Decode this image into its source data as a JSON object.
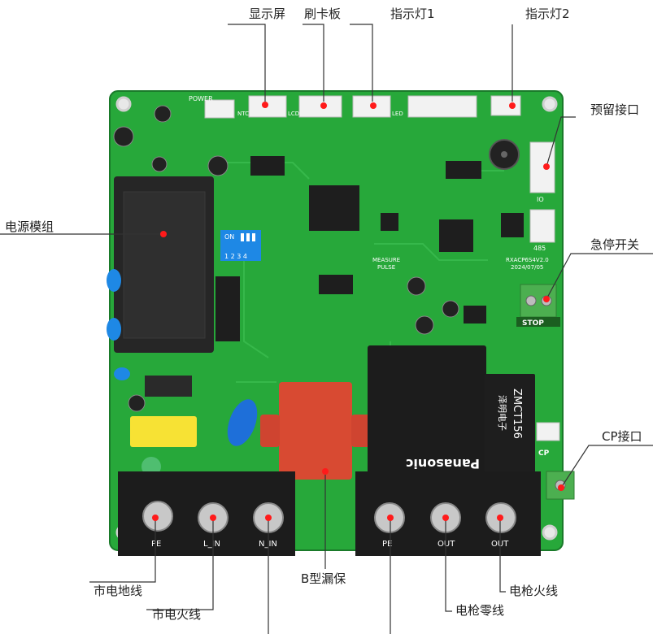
{
  "labels": {
    "display": "显示屏",
    "card_board": "刷卡板",
    "indicator1": "指示灯1",
    "indicator2": "指示灯2",
    "reserved_port": "预留接口",
    "power_module": "电源模组",
    "estop_switch": "急停开关",
    "cp_port": "CP接口",
    "b_leak_protect": "B型漏保",
    "mains_ground": "市电地线",
    "mains_live": "市电火线",
    "gun_neutral": "电枪零线",
    "gun_live": "电枪火线"
  },
  "silkscreen": {
    "power": "POWER",
    "ntc": "NTC",
    "lcd": "LCD",
    "led": "LED",
    "dip_on": "ON",
    "dip_numbers": "1 2 3 4",
    "measure": "MEASURE",
    "pulse": "PULSE",
    "stop": "STOP",
    "cp": "CP",
    "io": "IO",
    "rs485": "485",
    "model": "RXACP6S4V2.0",
    "date": "2024/07/05",
    "relay_brand": "Panasonic",
    "ct_model": "ZMCT156",
    "ct_maker": "泽明电子",
    "pe1": "PE",
    "l_in": "L_IN",
    "n_in": "N_IN",
    "pe2": "PE",
    "out1": "OUT",
    "out2": "OUT"
  },
  "colors": {
    "pcb_green": "#27a83a",
    "marker_red": "#ff1a1a",
    "label_line": "#333333"
  }
}
